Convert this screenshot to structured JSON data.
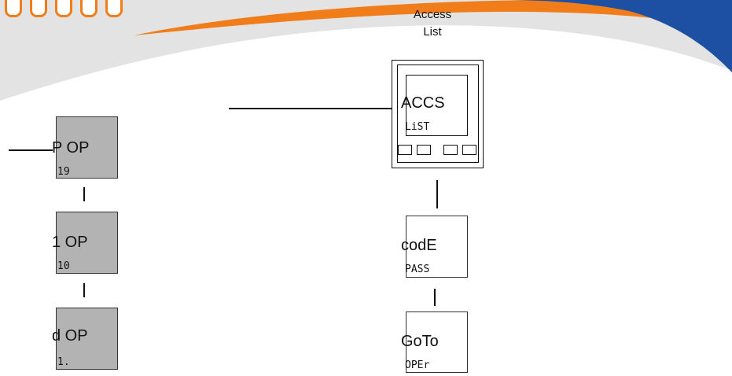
{
  "header": {
    "title_line1": "Access",
    "title_line2": "List"
  },
  "colors": {
    "swoosh_grey": "#e0e0e0",
    "swoosh_orange": "#f07d1a",
    "swoosh_blue": "#1d4fa3",
    "box_grey": "#b3b3b3"
  },
  "left_chain": [
    {
      "main": "P OP",
      "sub": "19"
    },
    {
      "main": "1 OP",
      "sub": "10"
    },
    {
      "main": "d OP",
      "sub": "1."
    }
  ],
  "device": {
    "main": "ACCS",
    "sub": "LiST"
  },
  "right_chain": [
    {
      "main": "codE",
      "sub": "PASS"
    },
    {
      "main": "GoTo",
      "sub": "OPEr"
    }
  ]
}
